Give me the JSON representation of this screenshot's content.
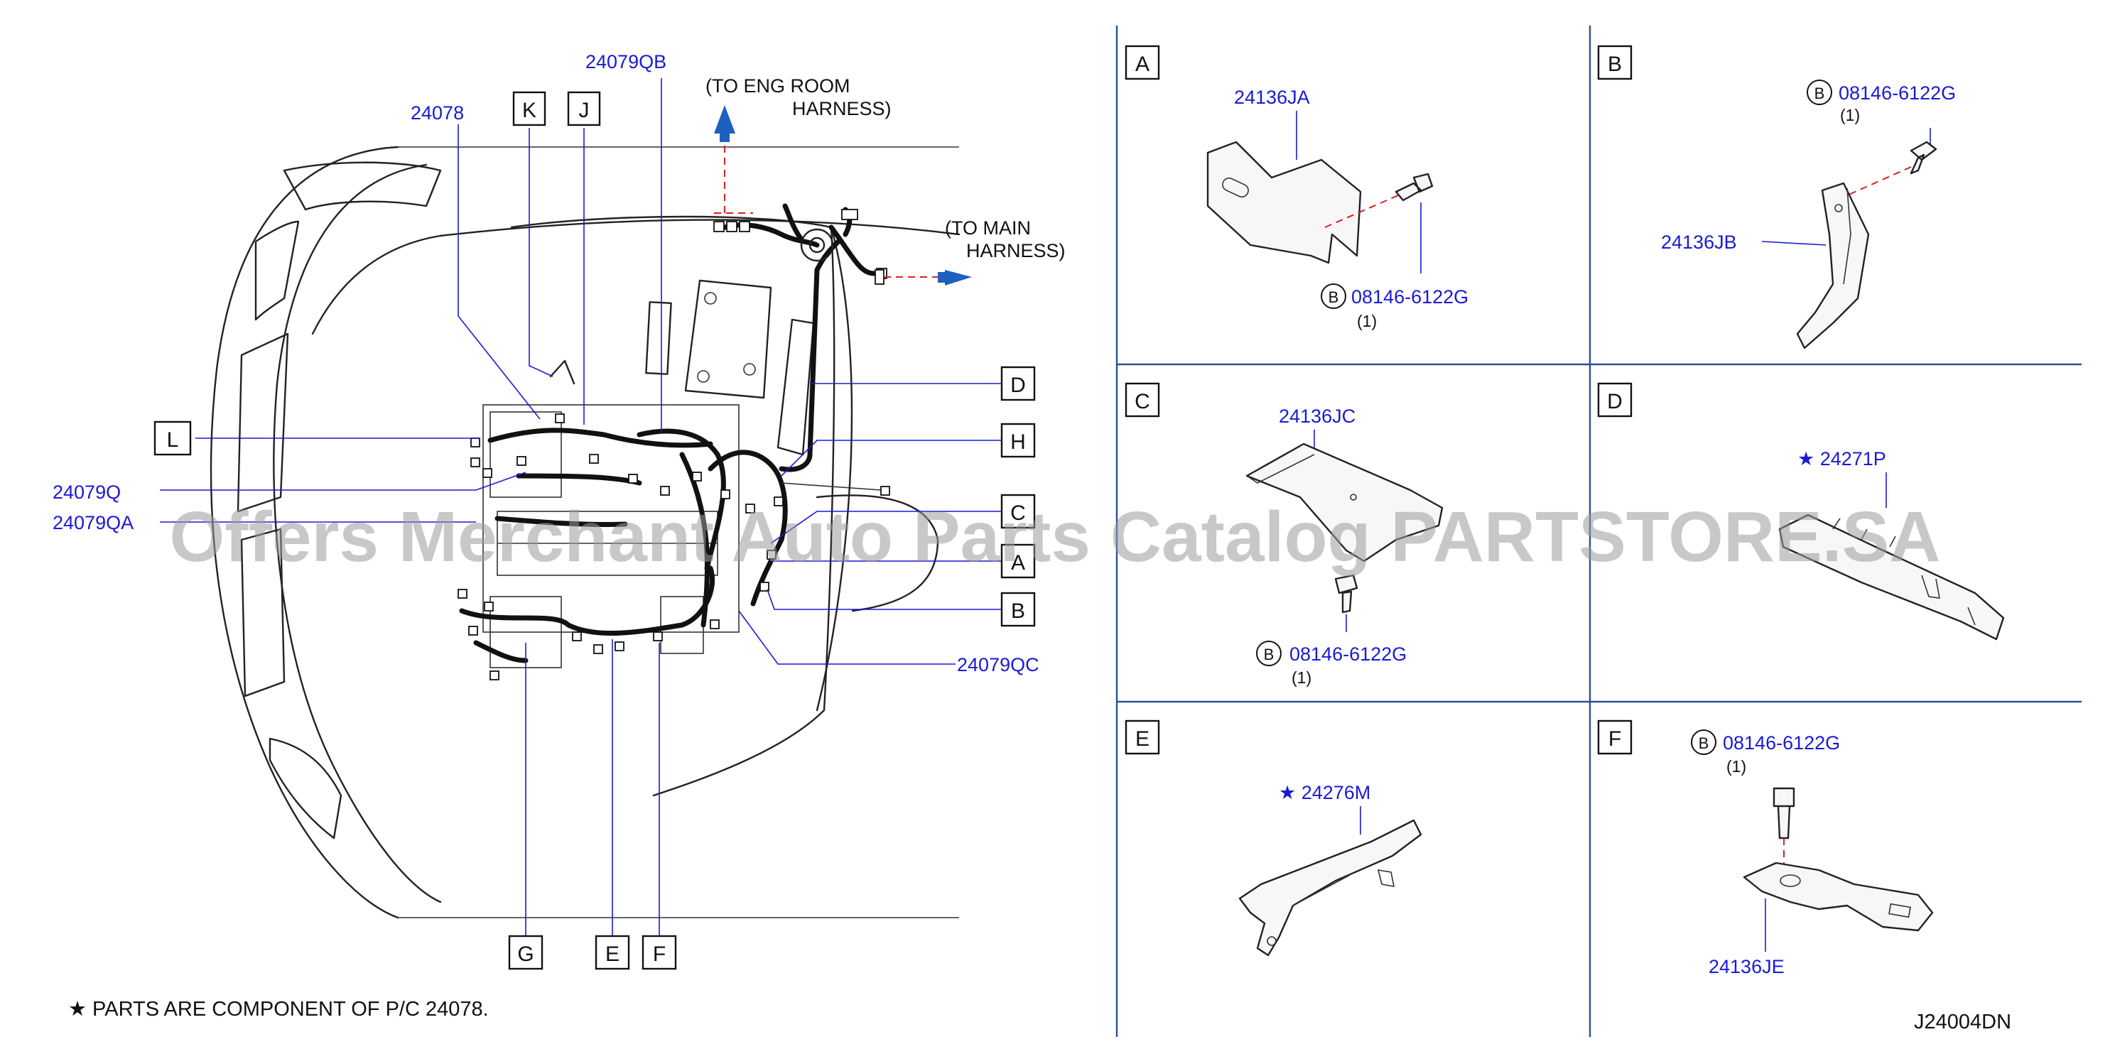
{
  "overview": {
    "callouts": [
      {
        "id": "cal-24078",
        "text": "24078"
      },
      {
        "id": "cal-24079QB",
        "text": "24079QB"
      },
      {
        "id": "cal-24079Q",
        "text": "24079Q"
      },
      {
        "id": "cal-24079QA",
        "text": "24079QA"
      },
      {
        "id": "cal-24079QC",
        "text": "24079QC"
      }
    ],
    "box_letters": [
      "K",
      "J",
      "L",
      "D",
      "H",
      "C",
      "A",
      "B",
      "G",
      "E",
      "F"
    ],
    "to_eng_room": {
      "line1": "(TO   ENG   ROOM",
      "line2": "HARNESS)"
    },
    "to_main": {
      "line1": "(TO   MAIN",
      "line2": "HARNESS)"
    },
    "note": "★  PARTS   ARE   COMPONENT   OF   P/C   24078."
  },
  "panels": [
    {
      "letter": "A",
      "part": "24136JA",
      "bolt_marker": "B",
      "bolt": "08146-6122G",
      "qty": "(1)"
    },
    {
      "letter": "B",
      "part": "24136JB",
      "bolt_marker": "B",
      "bolt": "08146-6122G",
      "qty": "(1)"
    },
    {
      "letter": "C",
      "part": "24136JC",
      "bolt_marker": "B",
      "bolt": "08146-6122G",
      "qty": "(1)"
    },
    {
      "letter": "D",
      "part": "★ 24271P"
    },
    {
      "letter": "E",
      "part": "★ 24276M"
    },
    {
      "letter": "F",
      "part": "24136JE",
      "bolt_marker": "B",
      "bolt": "08146-6122G",
      "qty": "(1)"
    }
  ],
  "diagram_code": "J24004DN",
  "watermark": "Offers Merchant Auto Parts Catalog PARTSTORE.SA",
  "colors": {
    "callout": "#1a1ad6",
    "arrow": "#1f5fbf",
    "connector_dash": "#e02020",
    "separator": "#2a4f9a"
  }
}
